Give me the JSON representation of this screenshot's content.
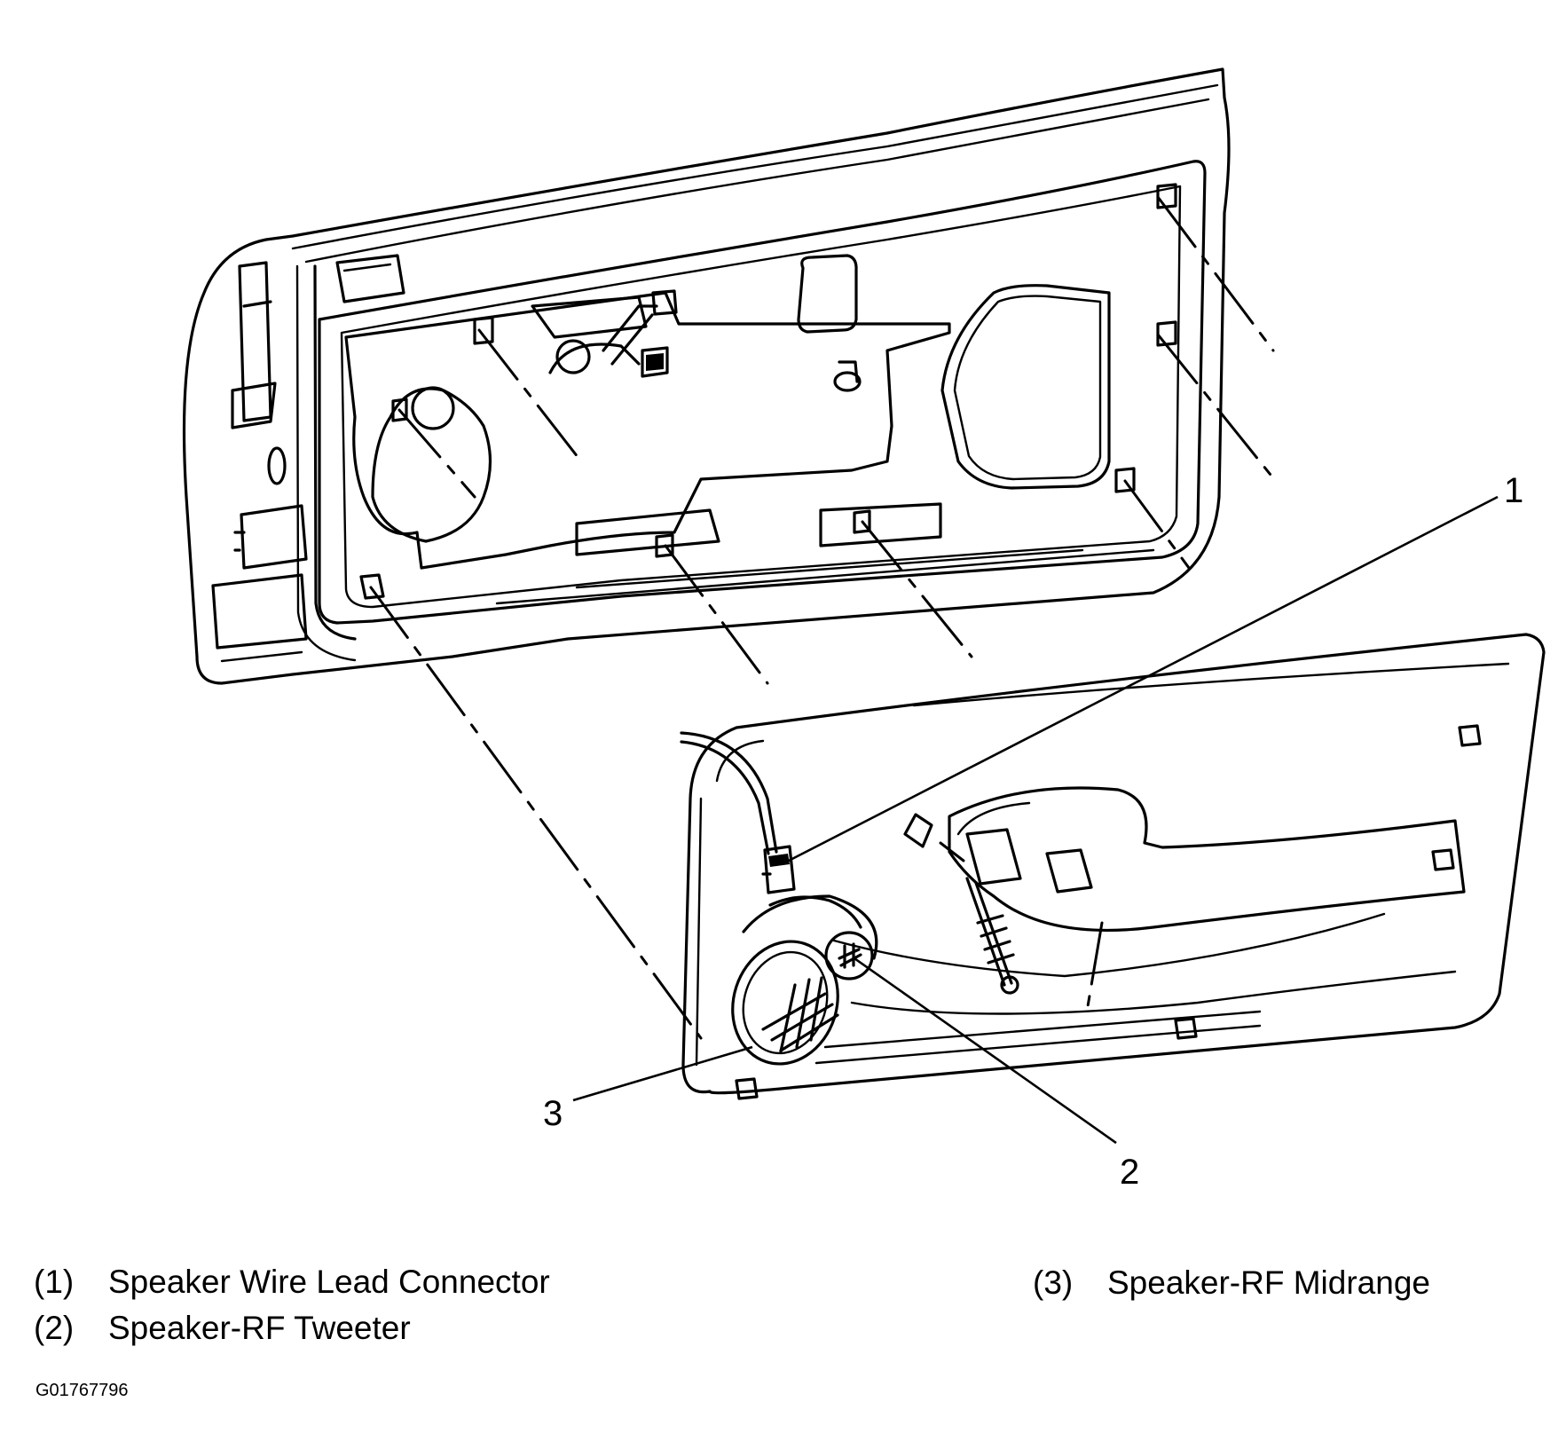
{
  "callouts": {
    "c1": "1",
    "c2": "2",
    "c3": "3"
  },
  "legend": {
    "item1": {
      "num": "(1)",
      "label": "Speaker Wire Lead Connector"
    },
    "item2": {
      "num": "(2)",
      "label": "Speaker-RF Tweeter"
    },
    "item3": {
      "num": "(3)",
      "label": "Speaker-RF Midrange"
    }
  },
  "figure_id": "G01767796"
}
